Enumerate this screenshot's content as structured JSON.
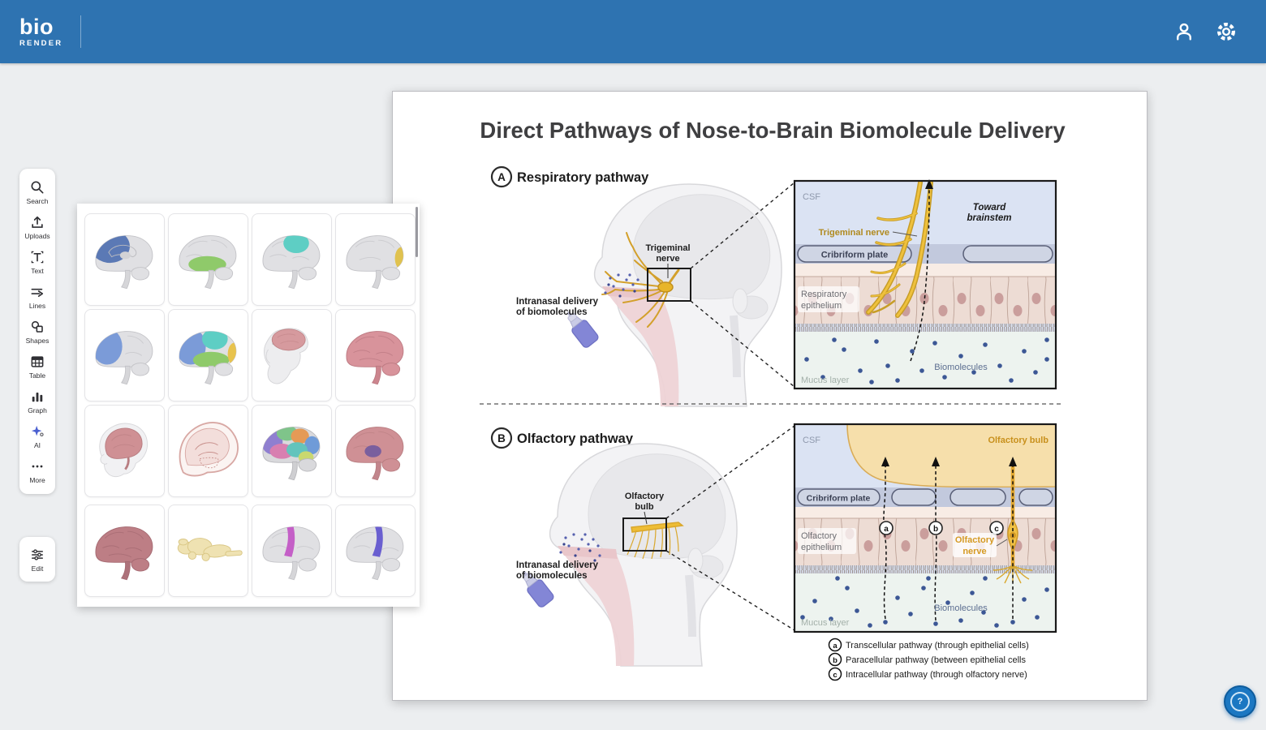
{
  "header": {
    "logo_main": "bio",
    "logo_sub": "RENDER",
    "brand_blue": "#2e73b1"
  },
  "toolbar": {
    "items": [
      {
        "label": "Search",
        "icon": "search-icon"
      },
      {
        "label": "Uploads",
        "icon": "upload-icon"
      },
      {
        "label": "Text",
        "icon": "text-icon"
      },
      {
        "label": "Lines",
        "icon": "lines-icon"
      },
      {
        "label": "Shapes",
        "icon": "shapes-icon"
      },
      {
        "label": "Table",
        "icon": "table-icon"
      },
      {
        "label": "Graph",
        "icon": "graph-icon"
      },
      {
        "label": "AI",
        "icon": "ai-sparkle-icon"
      },
      {
        "label": "More",
        "icon": "more-dots-icon"
      }
    ],
    "edit_label": "Edit"
  },
  "gallery": {
    "tiles": [
      {
        "name": "brain-medial-blue",
        "highlight": "#5b79b5"
      },
      {
        "name": "brain-temporal-green",
        "highlight": "#8fca6a"
      },
      {
        "name": "brain-parietal-teal",
        "highlight": "#5ecec4"
      },
      {
        "name": "brain-occipital-yellow",
        "highlight": "#e0c24f"
      },
      {
        "name": "brain-frontal-blue",
        "highlight": "#7b9bd8"
      },
      {
        "name": "brain-lobes-multi",
        "colors": [
          "#7b9bd8",
          "#5ecec4",
          "#8fca6a",
          "#e8c34d"
        ]
      },
      {
        "name": "monkey-brain",
        "highlight": "#d69a9e"
      },
      {
        "name": "brain-pink",
        "highlight": "#d8939b"
      },
      {
        "name": "infant-brain",
        "highlight": "#cf9094"
      },
      {
        "name": "head-sagittal-pink",
        "highlight": "#d8a8a4"
      },
      {
        "name": "brain-regions-multi",
        "colors": [
          "#8f7fd0",
          "#7fc48a",
          "#e59a56",
          "#6f9bd8",
          "#d87fb0",
          "#63c4bc",
          "#c9d86f"
        ]
      },
      {
        "name": "brain-insula-purple",
        "base": "#cf9095",
        "highlight": "#7a5f9e"
      },
      {
        "name": "brain-dark-pink",
        "highlight": "#bd7e85"
      },
      {
        "name": "brainstem-yellow",
        "highlight": "#efe2b2"
      },
      {
        "name": "brain-gyrus-magenta",
        "highlight": "#c45fc7"
      },
      {
        "name": "brain-gyrus-violet",
        "highlight": "#6a5fd0"
      }
    ]
  },
  "canvas": {
    "title": "Direct Pathways of Nose-to-Brain Biomolecule Delivery",
    "panel_a": {
      "letter": "A",
      "label": "Respiratory pathway",
      "trigeminal_1": "Trigeminal",
      "trigeminal_2": "nerve",
      "delivery_1": "Intranasal delivery",
      "delivery_2": "of biomolecules",
      "inset": {
        "csf": "CSF",
        "toward_1": "Toward",
        "toward_2": "brainstem",
        "nerve_label": "Trigeminal nerve",
        "plate": "Cribriform plate",
        "epithelium_1": "Respiratory",
        "epithelium_2": "epithelium",
        "biomolecules": "Biomolecules",
        "mucus": "Mucus layer"
      }
    },
    "panel_b": {
      "letter": "B",
      "label": "Olfactory pathway",
      "bulb_1": "Olfactory",
      "bulb_2": "bulb",
      "delivery_1": "Intranasal delivery",
      "delivery_2": "of biomolecules",
      "inset": {
        "csf": "CSF",
        "bulb": "Olfactory bulb",
        "plate": "Cribriform plate",
        "epithelium_1": "Olfactory",
        "epithelium_2": "epithelium",
        "nerve_1": "Olfactory",
        "nerve_2": "nerve",
        "marker_a": "a",
        "marker_b": "b",
        "marker_c": "c",
        "biomolecules": "Biomolecules",
        "mucus": "Mucus layer"
      }
    },
    "legend": [
      {
        "key": "a",
        "text": "Transcellular pathway (through epithelial cells)"
      },
      {
        "key": "b",
        "text": "Paracellular pathway (between epithelial cells"
      },
      {
        "key": "c",
        "text": "Intracellular pathway (through olfactory nerve)"
      }
    ]
  },
  "colors": {
    "nerve_yellow": "#d9a72c",
    "bulb_tan": "#f6dfab",
    "biomolecule_blue": "#3c5795",
    "csf_blue": "#dbe3f3",
    "plate_lavender": "#cfd5e4",
    "epithelium_pink": "#eddcd4",
    "mucus_green": "#edf3ef",
    "spray_purple": "#8386d6"
  },
  "help": {
    "label": "?"
  }
}
